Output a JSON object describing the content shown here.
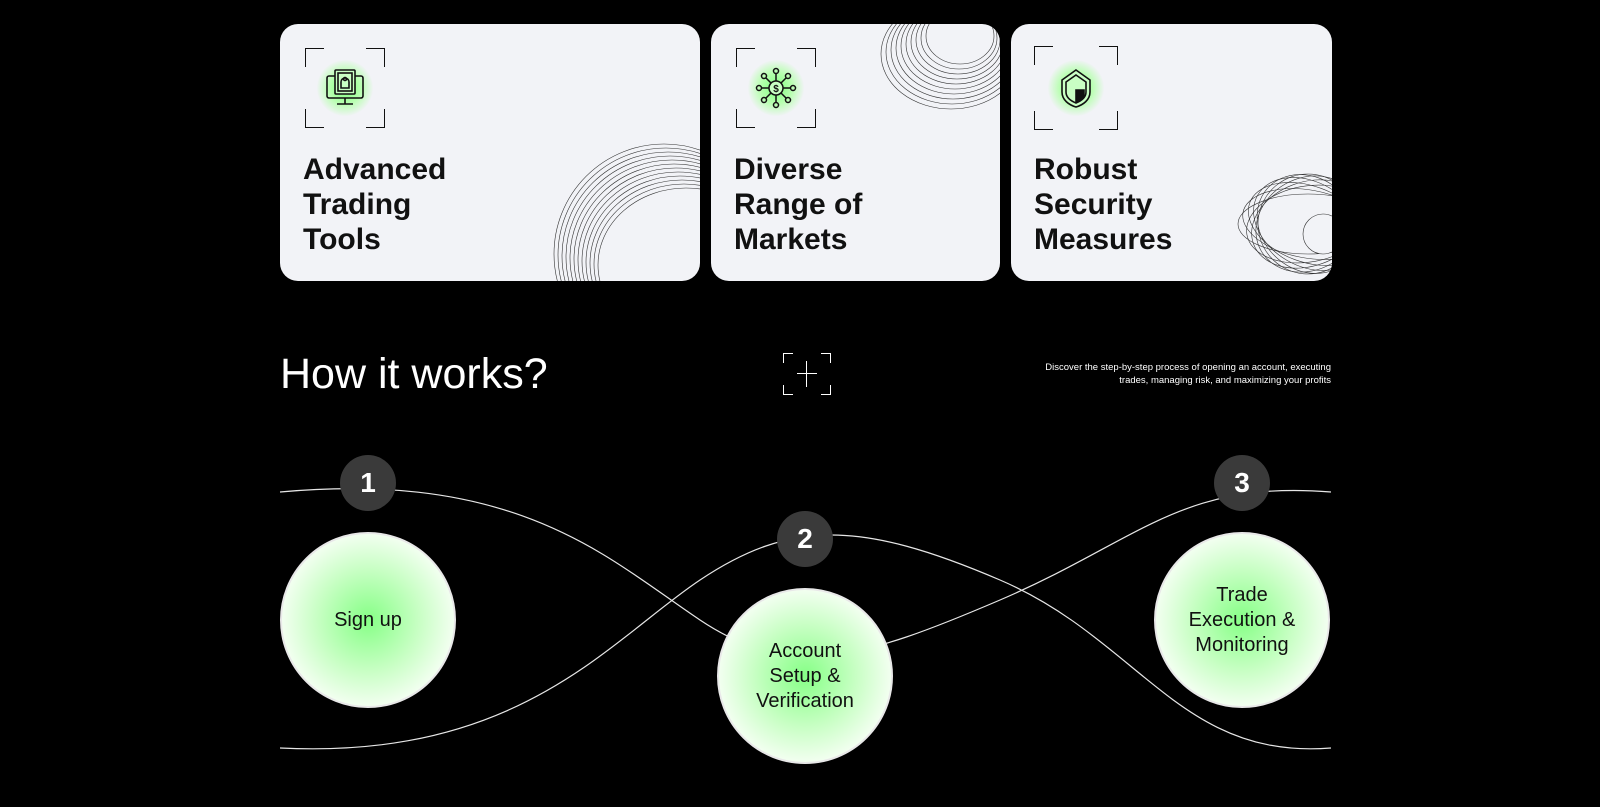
{
  "features": [
    {
      "title": "Advanced\nTrading\nTools",
      "icon": "monitor-money-icon"
    },
    {
      "title": "Diverse\nRange of\nMarkets",
      "icon": "dollar-network-icon"
    },
    {
      "title": "Robust\nSecurity\nMeasures",
      "icon": "shield-icon"
    }
  ],
  "how_it_works": {
    "title": "How it works?",
    "description": "Discover the step-by-step process of opening an account, executing trades, managing risk, and maximizing your profits",
    "steps": [
      {
        "number": "1",
        "label": "Sign up"
      },
      {
        "number": "2",
        "label": "Account\nSetup &\nVerification"
      },
      {
        "number": "3",
        "label": "Trade\nExecution &\nMonitoring"
      }
    ]
  },
  "colors": {
    "background": "#000000",
    "card": "#f2f3f7",
    "accent_green": "#7dff7d",
    "badge": "#3a3a3a"
  }
}
